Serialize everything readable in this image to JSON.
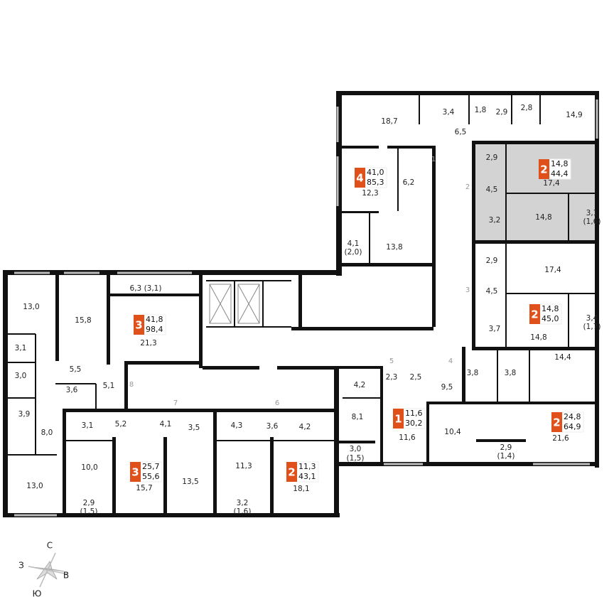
{
  "plan": {
    "colors": {
      "badge": "#E0501B",
      "walls": "#111111",
      "selected_apartment_fill": "#D3D3D3"
    },
    "apartments": [
      {
        "rooms": "4",
        "living": "41,0",
        "total": "85,3"
      },
      {
        "rooms": "2",
        "living": "14,8",
        "total": "44,4",
        "highlighted": true
      },
      {
        "rooms": "2",
        "living": "14,8",
        "total": "45,0"
      },
      {
        "rooms": "1",
        "living": "11,6",
        "total": "30,2"
      },
      {
        "rooms": "2",
        "living": "24,8",
        "total": "64,9"
      },
      {
        "rooms": "3",
        "living": "41,8",
        "total": "98,4"
      },
      {
        "rooms": "3",
        "living": "25,7",
        "total": "55,6"
      },
      {
        "rooms": "2",
        "living": "11,3",
        "total": "43,1"
      }
    ],
    "room_areas": [
      "18,7",
      "3,4",
      "1,8",
      "2,9",
      "2,8",
      "14,9",
      "6,5",
      "6,2",
      "12,3",
      "4,1",
      "(2,0)",
      "13,8",
      "2,9",
      "17,4",
      "4,5",
      "14,8",
      "3,2",
      "3,1",
      "(1,6)",
      "2,9",
      "17,4",
      "4,5",
      "14,8",
      "3,7",
      "3,4",
      "(1,7)",
      "3,8",
      "3,8",
      "14,4",
      "2,3",
      "2,5",
      "4,2",
      "9,5",
      "8,1",
      "11,6",
      "10,4",
      "21,6",
      "3,0",
      "(1,5)",
      "2,9",
      "(1,4)",
      "13,0",
      "15,8",
      "6,3 (3,1)",
      "21,3",
      "3,1",
      "3,0",
      "5,5",
      "3,6",
      "5,1",
      "3,9",
      "8,0",
      "3,1",
      "5,2",
      "4,1",
      "3,5",
      "4,3",
      "3,6",
      "4,2",
      "10,0",
      "15,7",
      "13,5",
      "11,3",
      "18,1",
      "13,0",
      "2,9",
      "(1,5)",
      "3,2",
      "(1,6)"
    ],
    "corridor_numbers": [
      "1",
      "2",
      "3",
      "4",
      "5",
      "6",
      "7",
      "8"
    ],
    "compass": {
      "north": "С",
      "east": "В",
      "south": "Ю",
      "west": "З"
    }
  }
}
